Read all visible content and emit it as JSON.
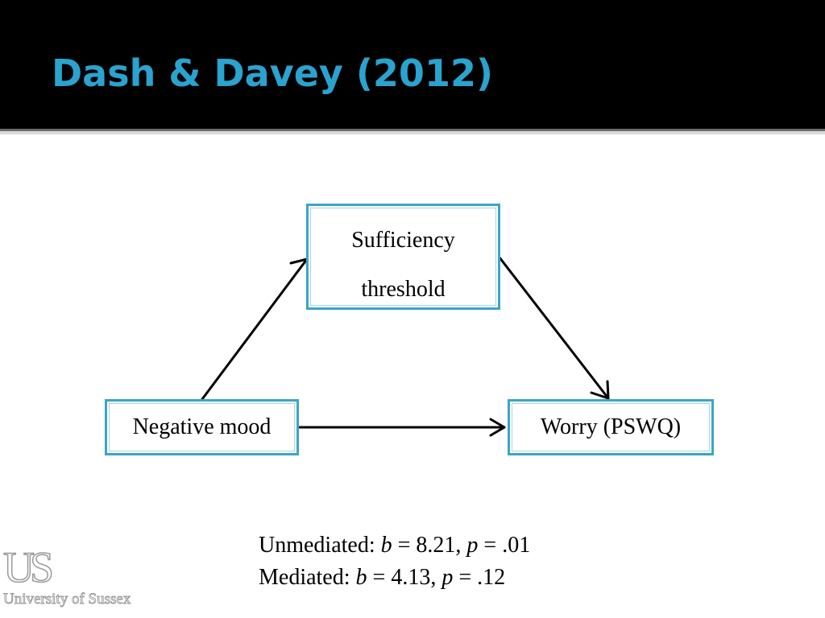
{
  "slide": {
    "title": "Dash & Davey (2012)"
  },
  "diagram": {
    "nodes": {
      "mediator": {
        "line1": "Sufficiency",
        "line2": "threshold"
      },
      "predictor": {
        "label": "Negative mood"
      },
      "outcome": {
        "label": "Worry (PSWQ)"
      }
    },
    "edges": [
      {
        "from": "predictor",
        "to": "mediator"
      },
      {
        "from": "mediator",
        "to": "outcome"
      },
      {
        "from": "predictor",
        "to": "outcome"
      }
    ]
  },
  "stats": {
    "unmediated": {
      "prefix": "Unmediated: ",
      "b_symbol": "b",
      "b_value": " = 8.21, ",
      "p_symbol": "p",
      "p_value": " = .01"
    },
    "mediated": {
      "prefix": "Mediated: ",
      "b_symbol": "b",
      "b_value": " = 4.13, ",
      "p_symbol": "p",
      "p_value": " = .12"
    }
  },
  "logo": {
    "mark": "US",
    "name": "University of Sussex"
  },
  "colors": {
    "title": "#2aa3cf",
    "title_bar": "#000000",
    "node_border": "#3aa6c7",
    "arrow": "#000000"
  }
}
